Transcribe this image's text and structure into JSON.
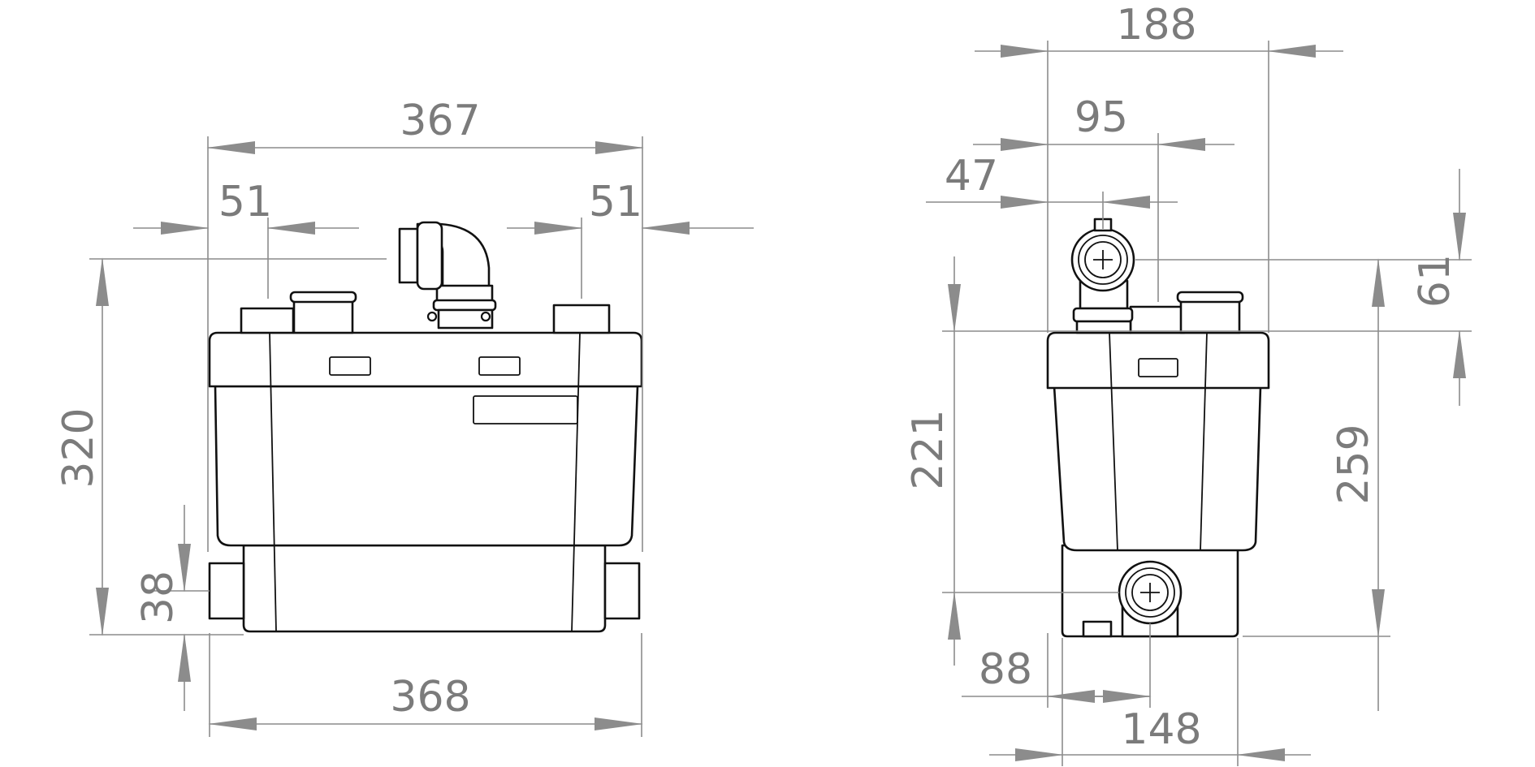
{
  "front_view": {
    "overall_width_top": "367",
    "left_inlet_offset": "51",
    "right_inlet_offset": "51",
    "overall_height": "320",
    "side_inlet_height": "38",
    "overall_width_bottom": "368"
  },
  "side_view": {
    "overall_depth": "188",
    "outlet_offset": "95",
    "outlet_center_offset": "47",
    "outlet_height_above_lid": "61",
    "lid_height": "221",
    "total_height_to_outlet": "259",
    "lower_inlet_offset": "88",
    "base_depth": "148"
  }
}
